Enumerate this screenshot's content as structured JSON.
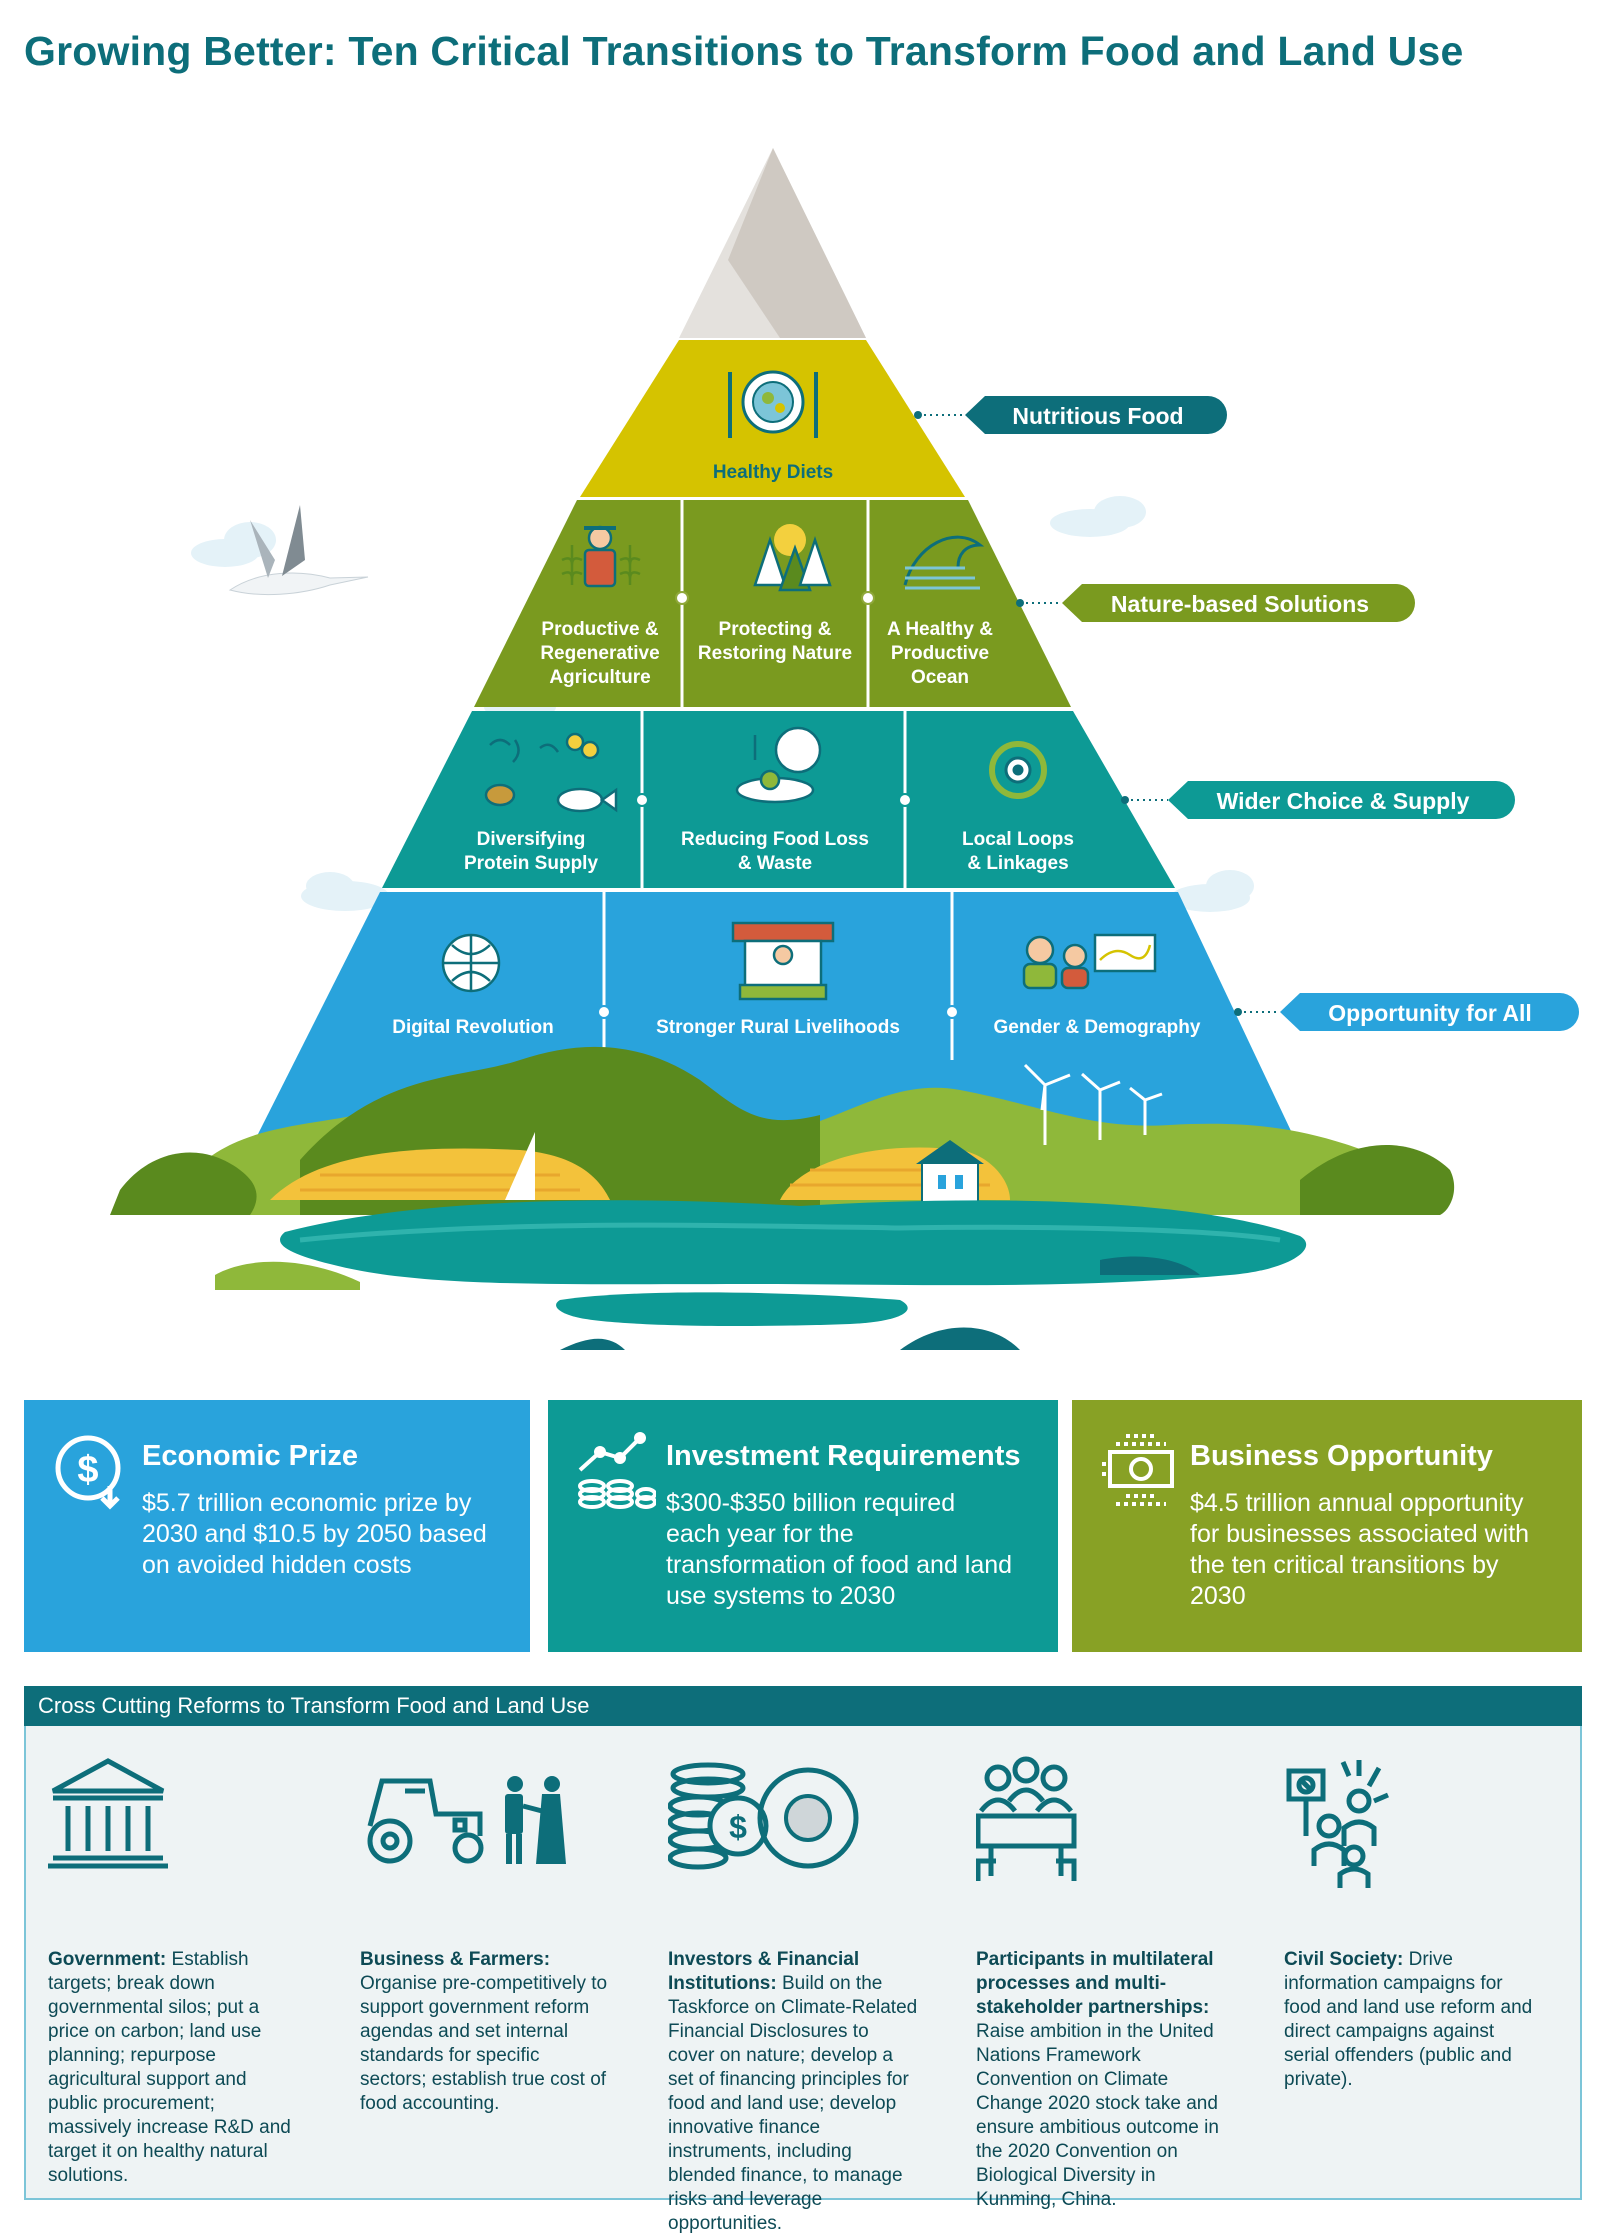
{
  "title": "Growing Better: Ten Critical Transitions to Transform Food and Land Use",
  "pyramid": {
    "tier_healthy_diets": "Healthy Diets",
    "nature": [
      "Productive & Regenerative Agriculture",
      "Protecting & Restoring Nature",
      "A Healthy & Productive Ocean"
    ],
    "choice": [
      "Diversifying Protein Supply",
      "Reducing Food Loss & Waste",
      "Local Loops & Linkages"
    ],
    "opportunity": [
      "Digital Revolution",
      "Stronger Rural Livelihoods",
      "Gender & Demography"
    ],
    "pills": [
      "Nutritious Food",
      "Nature-based Solutions",
      "Wider Choice & Supply",
      "Opportunity for All"
    ]
  },
  "cards": {
    "economic": {
      "title": "Economic Prize",
      "text": "$5.7 trillion economic prize by 2030 and $10.5 by 2050 based on avoided hidden costs",
      "icon": "dollar-down-icon"
    },
    "investment": {
      "title": "Investment Requirements",
      "text": "$300-$350 billion required each year for the transformation of food and land use systems to 2030",
      "icon": "coins-growth-icon"
    },
    "business": {
      "title": "Business Opportunity",
      "text": "$4.5 trillion annual opportunity for businesses associated with the ten critical transitions by 2030",
      "icon": "banknote-icon"
    }
  },
  "cross_cutting": {
    "header": "Cross Cutting Reforms to Transform Food and Land Use",
    "items": [
      {
        "bold": "Government:",
        "text": " Establish targets; break down governmental silos; put a price on carbon; land use planning; repurpose agricultural support and public procurement; massively increase R&D and target it on healthy natural solutions.",
        "icon": "government-building-icon"
      },
      {
        "bold": "Business & Farmers:",
        "text": " Organise pre-competitively to support government reform agendas and set internal standards for specific sectors; establish true cost of food accounting.",
        "icon": "tractor-handshake-icon"
      },
      {
        "bold": "Investors & Financial Institutions:",
        "text": " Build on the Taskforce on Climate-Related Financial Disclosures to cover on nature; develop a set of financing principles for food and land use; develop innovative finance instruments, including blended finance, to manage risks and leverage opportunities.",
        "icon": "coins-plate-icon"
      },
      {
        "bold": "Participants in multilateral processes and multi-stakeholder partnerships:",
        "text": " Raise ambition in the United Nations Framework Convention on Climate Change 2020 stock take and ensure ambitious outcome in the 2020 Convention on Biological Diversity in Kunming, China.",
        "icon": "meeting-table-icon"
      },
      {
        "bold": "Civil Society:",
        "text": " Drive information campaigns for food and land use reform and direct campaigns against serial offenders (public and private).",
        "icon": "protest-icon"
      }
    ]
  },
  "colors": {
    "teal_dark": "#0d6e7a",
    "yellow": "#d5c300",
    "olive": "#7a9a1f",
    "teal": "#0d9a95",
    "blue": "#29a3dc",
    "card_green": "#88a125"
  }
}
